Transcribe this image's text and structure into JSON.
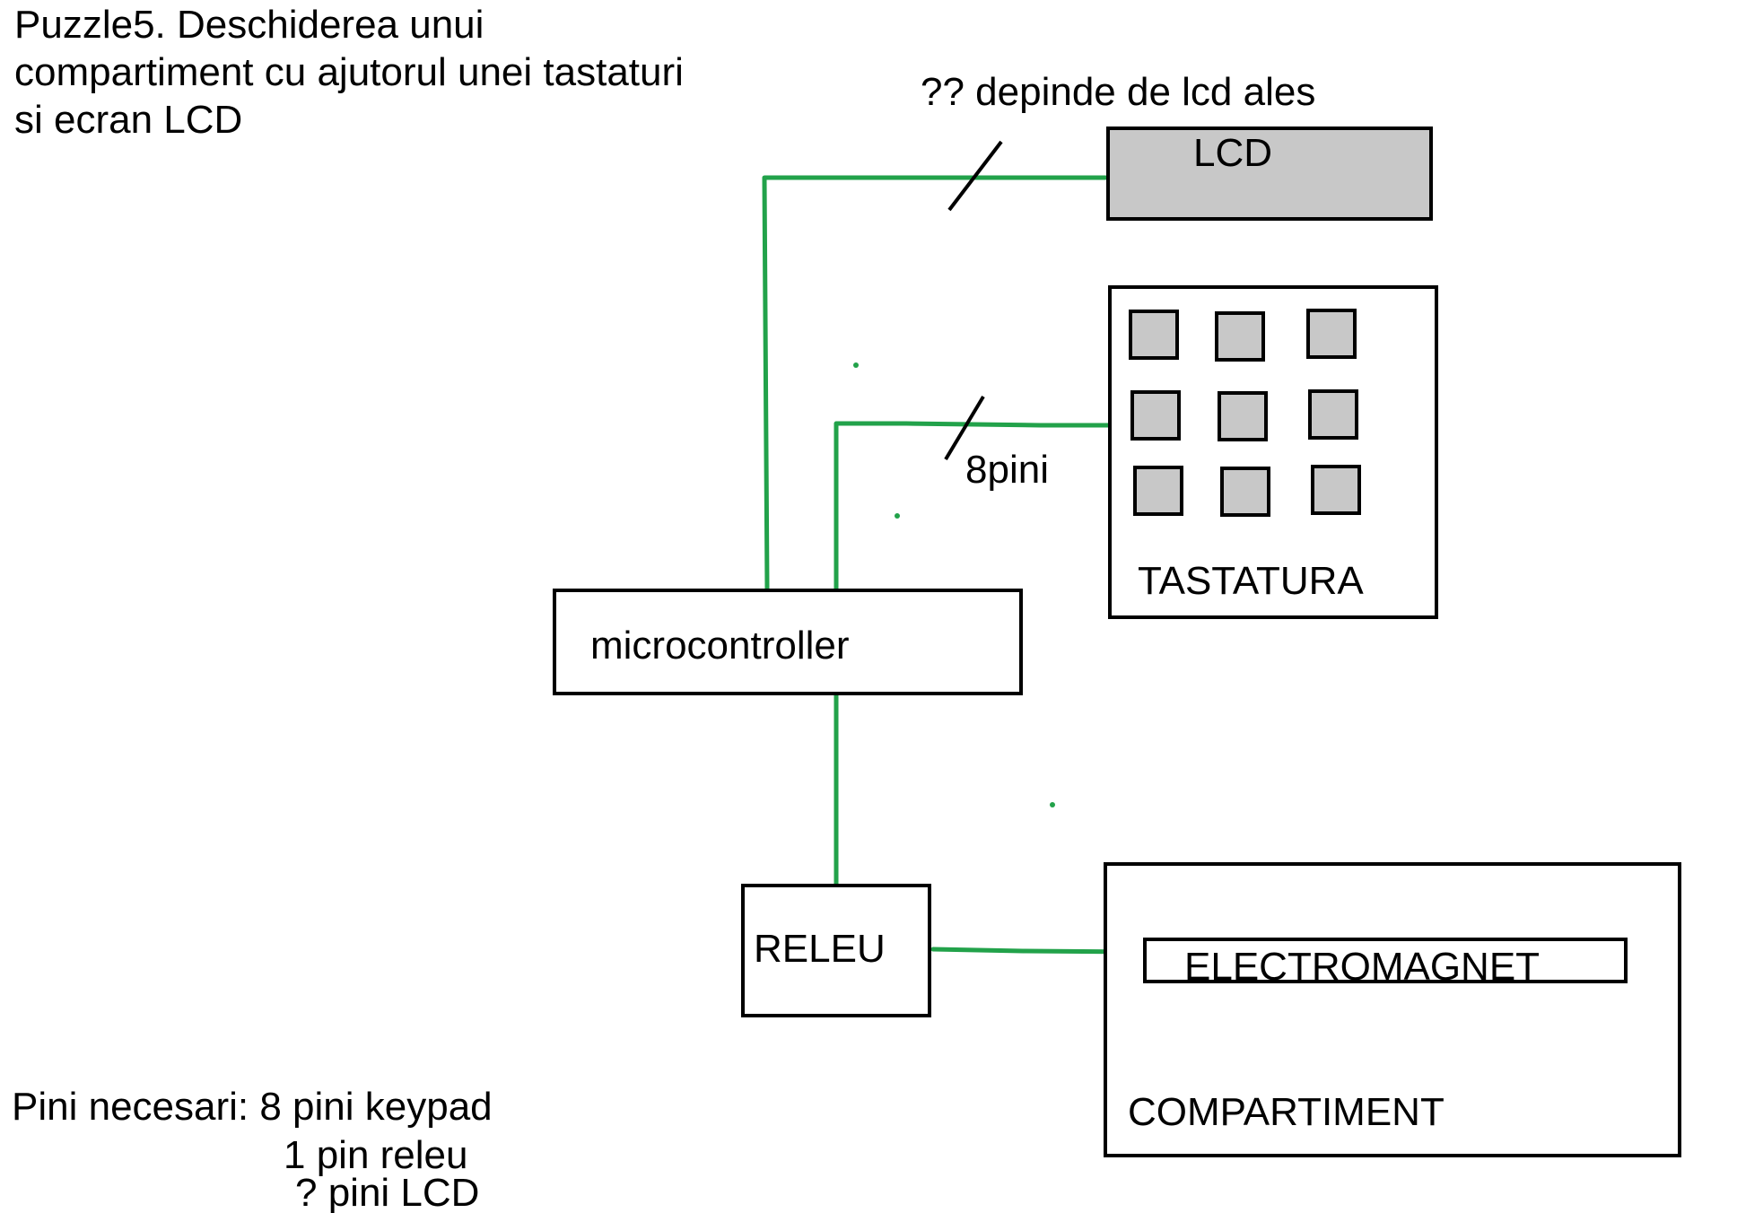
{
  "title_lines": [
    "Puzzle5. Deschiderea unui",
    "compartiment cu ajutorul unei tastaturi",
    "si ecran LCD"
  ],
  "lcd_note": "?? depinde de lcd ales",
  "keypad_bus_label": "8pini",
  "blocks": {
    "lcd": "LCD",
    "keypad": "TASTATURA",
    "mcu": "microcontroller",
    "relay": "RELEU",
    "compartment": "COMPARTIMENT",
    "electromagnet": "ELECTROMAGNET"
  },
  "pins_summary": [
    "Pini necesari: 8 pini keypad",
    "1 pin releu",
    "? pini LCD"
  ],
  "colors": {
    "wire": "#22a24a",
    "lcd_fill": "#c8c8c8",
    "key_fill": "#c8c8c8",
    "stroke": "#000000"
  }
}
